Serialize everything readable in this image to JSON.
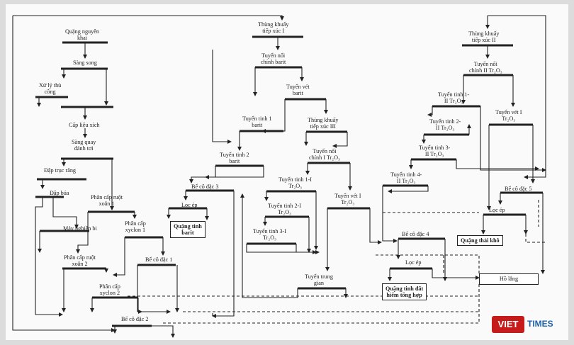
{
  "nodes": [
    {
      "id": "quang",
      "label": [
        "Quặng nguyên",
        "khai"
      ]
    },
    {
      "id": "sang-song",
      "label": [
        "Sàng song"
      ]
    },
    {
      "id": "xu-ly",
      "label": [
        "Xử lý thủ",
        "công"
      ]
    },
    {
      "id": "cap-lieu",
      "label": [
        "Cấp liệu xích"
      ]
    },
    {
      "id": "sang-quay",
      "label": [
        "Sàng quay",
        "đánh tơi"
      ]
    },
    {
      "id": "dap-truc",
      "label": [
        "Đập trục răng"
      ]
    },
    {
      "id": "dap-bua",
      "label": [
        "Đập búa"
      ]
    },
    {
      "id": "ruot-1",
      "label": [
        "Phân cấp ruột",
        "xoắn 1"
      ]
    },
    {
      "id": "may-nghien",
      "label": [
        "Máy nghiền bi"
      ]
    },
    {
      "id": "xyclon-1",
      "label": [
        "Phân cấp",
        "xyclon 1"
      ]
    },
    {
      "id": "ruot-2",
      "label": [
        "Phân cấp ruột",
        "xoắn 2"
      ]
    },
    {
      "id": "xyclon-2",
      "label": [
        "Phân cấp",
        "xyclon 2"
      ]
    },
    {
      "id": "be-co-dac-1",
      "label": [
        "Bể cô đặc 1"
      ]
    },
    {
      "id": "be-co-dac-2",
      "label": [
        "Bể cô đặc 2"
      ]
    },
    {
      "id": "be-co-dac-3",
      "label": [
        "Bể cô đặc 3"
      ]
    },
    {
      "id": "loc-ep-1",
      "label": [
        "Lọc ép"
      ]
    },
    {
      "id": "quang-tinh-barit",
      "label": [
        "Quặng tinh",
        "barit"
      ]
    },
    {
      "id": "thung-1",
      "label": [
        "Thùng khuấy",
        "tiếp xúc I"
      ]
    },
    {
      "id": "noi-barit",
      "label": [
        "Tuyển nổi",
        "chính barit"
      ]
    },
    {
      "id": "vet-barit",
      "label": [
        "Tuyển vét",
        "barit"
      ]
    },
    {
      "id": "tinh-1-barit",
      "label": [
        "Tuyển tinh 1",
        "barit"
      ]
    },
    {
      "id": "tinh-2-barit",
      "label": [
        "Tuyển tinh 2",
        "barit"
      ]
    },
    {
      "id": "thung-3",
      "label": [
        "Thùng khuấy",
        "tiếp xúc III"
      ]
    },
    {
      "id": "noi-i",
      "label": [
        "Tuyển nổi",
        "chính I Tr₂O₃"
      ]
    },
    {
      "id": "tinh-1-i",
      "label": [
        "Tuyển tinh 1-I",
        "Tr₂O₃"
      ]
    },
    {
      "id": "tinh-2-i",
      "label": [
        "Tuyển tinh 2-I",
        "Tr₂O₃"
      ]
    },
    {
      "id": "tinh-3-i",
      "label": [
        "Tuyển tinh 3-I",
        "Tr₂O₃"
      ]
    },
    {
      "id": "vet-i",
      "label": [
        "Tuyển vét I",
        "Tr₂O₃"
      ]
    },
    {
      "id": "trung-gian",
      "label": [
        "Tuyển trung",
        "gian"
      ]
    },
    {
      "id": "thung-2",
      "label": [
        "Thùng khuấy",
        "tiếp xúc II"
      ]
    },
    {
      "id": "noi-ii",
      "label": [
        "Tuyển nổi",
        "chính II Tr₂O₃"
      ]
    },
    {
      "id": "tinh-1-ii",
      "label": [
        "Tuyển tinh 1-",
        "II Tr₂O₃"
      ]
    },
    {
      "id": "tinh-2-ii",
      "label": [
        "Tuyển tinh 2-",
        "II Tr₂O₃"
      ]
    },
    {
      "id": "tinh-3-ii",
      "label": [
        "Tuyển tinh 3-",
        "II Tr₂O₃"
      ]
    },
    {
      "id": "tinh-4-ii",
      "label": [
        "Tuyển tinh 4-",
        "II Tr₂O₃"
      ]
    },
    {
      "id": "vet-ii",
      "label": [
        "Tuyển vét I",
        "Tr₂O₃"
      ]
    },
    {
      "id": "be-co-dac-4",
      "label": [
        "Bể cô đặc 4"
      ]
    },
    {
      "id": "loc-ep-2",
      "label": [
        "Lọc ép"
      ]
    },
    {
      "id": "quang-tinh-dat-hiem",
      "label": [
        "Quặng tinh đất",
        "hiếm tổng hợp"
      ]
    },
    {
      "id": "be-co-dac-5",
      "label": [
        "Bể cô đặc 5"
      ]
    },
    {
      "id": "loc-ep-3",
      "label": [
        "Lọc ép"
      ]
    },
    {
      "id": "quang-thai",
      "label": [
        "Quặng thải khô"
      ]
    },
    {
      "id": "ho-lang",
      "label": [
        "Hồ lắng"
      ]
    }
  ],
  "logo": {
    "brand": "VIET",
    "suffix": "TIMES"
  },
  "colors": {
    "line": "#222222",
    "logo_red": "#c51b1b",
    "logo_blue": "#1d62a8"
  }
}
